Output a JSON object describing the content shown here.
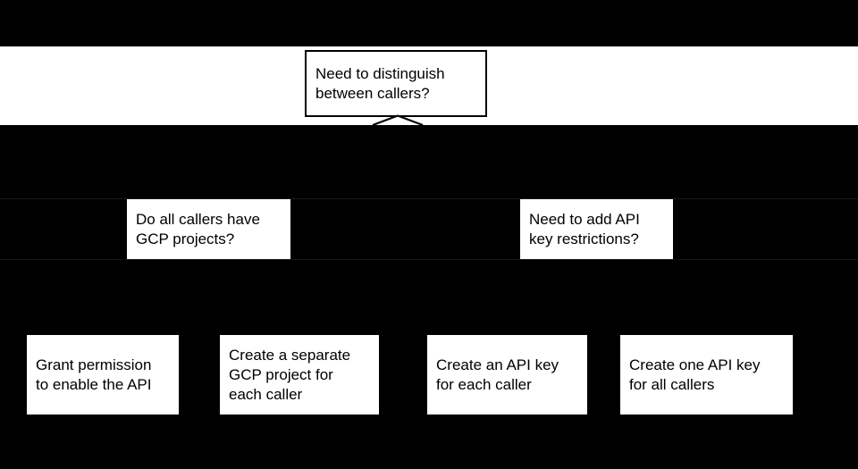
{
  "colors": {
    "background": "#000000",
    "node_fill": "#ffffff",
    "node_text": "#000000",
    "root_border": "#000000",
    "band": "#ffffff",
    "hairline": "#161616"
  },
  "flowchart": {
    "root": {
      "label": "Need to distinguish\nbetween callers?"
    },
    "decisions": [
      {
        "label": "Do all callers have\nGCP projects?"
      },
      {
        "label": "Need to add API\nkey restrictions?"
      }
    ],
    "leaves": [
      {
        "label": "Grant permission\nto enable the API"
      },
      {
        "label": "Create a separate\nGCP project for\neach caller"
      },
      {
        "label": "Create an API key\nfor each caller"
      },
      {
        "label": "Create one API key\nfor all callers"
      }
    ]
  }
}
